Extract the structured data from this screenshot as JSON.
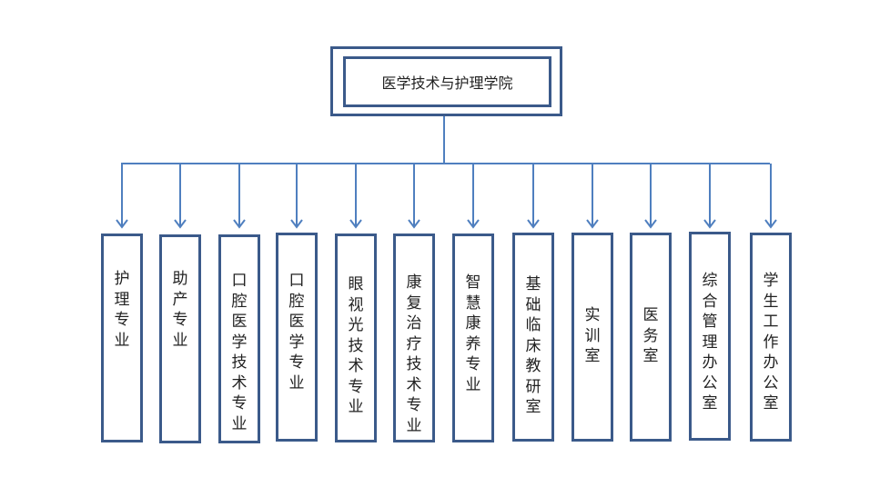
{
  "root": {
    "label": "医学技术与护理学院"
  },
  "children": [
    {
      "label": "护理专业"
    },
    {
      "label": "助产专业"
    },
    {
      "label": "口腔医学技术专业"
    },
    {
      "label": "口腔医学专业"
    },
    {
      "label": "眼视光技术专业"
    },
    {
      "label": "康复治疗技术专业"
    },
    {
      "label": "智慧康养专业"
    },
    {
      "label": "基础临床教研室"
    },
    {
      "label": "实训室"
    },
    {
      "label": "医务室"
    },
    {
      "label": "综合管理办公室"
    },
    {
      "label": "学生工作办公室"
    }
  ],
  "colors": {
    "border": "#3b5a8a",
    "connector": "#4f7fbf"
  }
}
